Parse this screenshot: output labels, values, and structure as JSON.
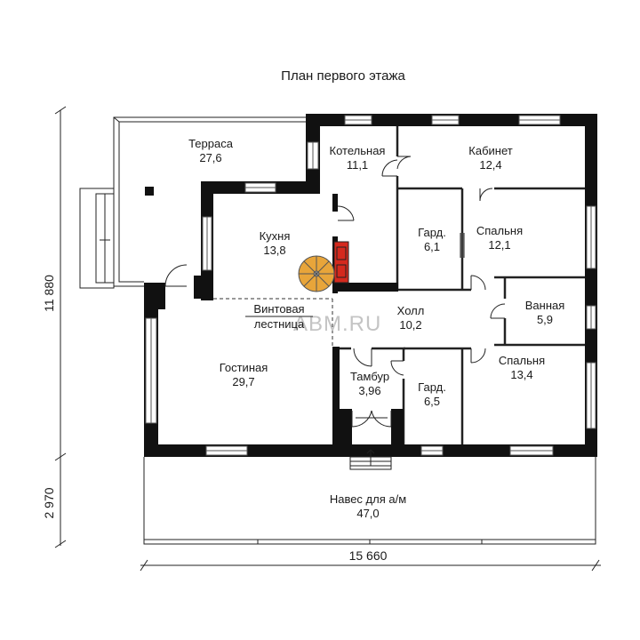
{
  "title": "План первого этажа",
  "rooms": {
    "terrace": {
      "name": "Терраса",
      "area": "27,6"
    },
    "boiler": {
      "name": "Котельная",
      "area": "11,1"
    },
    "office": {
      "name": "Кабинет",
      "area": "12,4"
    },
    "kitchen": {
      "name": "Кухня",
      "area": "13,8"
    },
    "wardrobe1": {
      "name": "Гард.",
      "area": "6,1"
    },
    "bedroom1": {
      "name": "Спальня",
      "area": "12,1"
    },
    "bathroom": {
      "name": "Ванная",
      "area": "5,9"
    },
    "hall": {
      "name": "Холл",
      "area": "10,2"
    },
    "living": {
      "name": "Гостиная",
      "area": "29,7"
    },
    "vestibule": {
      "name": "Тамбур",
      "area": "3,96"
    },
    "wardrobe2": {
      "name": "Гард.",
      "area": "6,5"
    },
    "bedroom2": {
      "name": "Спальня",
      "area": "13,4"
    },
    "carport": {
      "name": "Навес для а/м",
      "area": "47,0"
    }
  },
  "stair_label": {
    "line1": "Винтовая",
    "line2": "лестница"
  },
  "dimensions": {
    "width": "15 660",
    "depth": "11 880",
    "carport_depth": "2 970"
  },
  "watermark": "ABM.RU",
  "colors": {
    "walls": "#111111",
    "stove": "#d42a1e",
    "stair": "#e8a53a"
  }
}
